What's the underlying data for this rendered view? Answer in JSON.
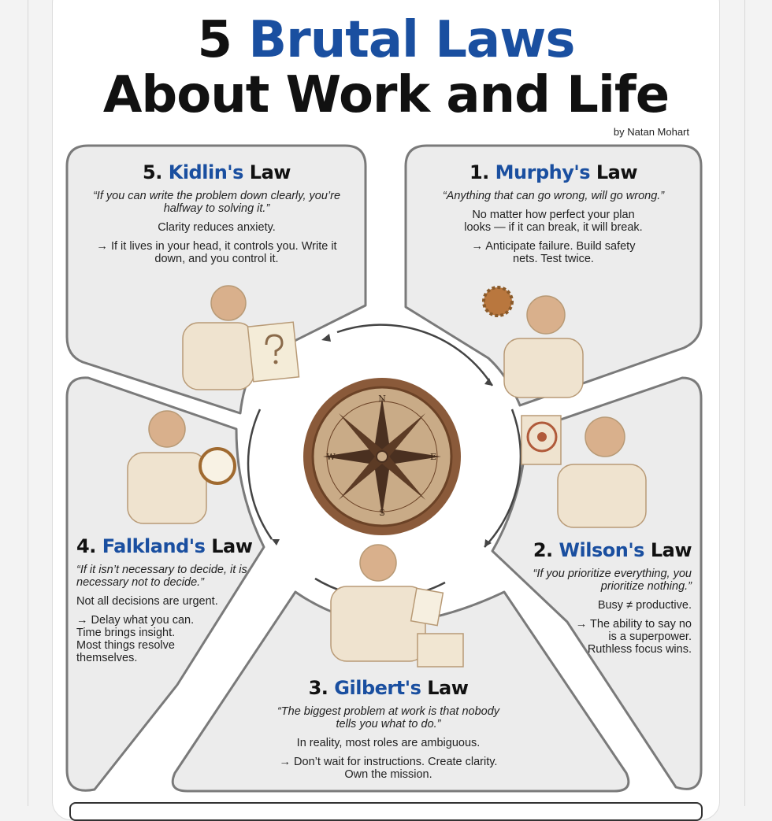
{
  "header": {
    "title_number": "5",
    "title_accent": "Brutal Laws",
    "title_line2": "About Work and Life",
    "byline": "by Natan Mohart"
  },
  "colors": {
    "accent": "#1a4fa0",
    "panel": "#ececec",
    "panel_border": "#7a7a7a",
    "compass": "#8a5a3a"
  },
  "compass": {
    "n": "N",
    "e": "E",
    "s": "S",
    "w": "W"
  },
  "laws": [
    {
      "num": "5.",
      "name": "Kidlin's",
      "suffix": "Law",
      "quote": "“If you can write the problem down clearly, you’re halfway to solving it.”",
      "line1": "Clarity reduces anxiety.",
      "line2": "→ If it lives in your head, it controls you. Write it down, and you control it."
    },
    {
      "num": "1.",
      "name": "Murphy's",
      "suffix": "Law",
      "quote": "“Anything that can go wrong, will go wrong.”",
      "line1": "No matter how perfect your plan looks — if it can break, it will break.",
      "line2": "→ Anticipate failure. Build safety nets. Test twice."
    },
    {
      "num": "4.",
      "name": "Falkland's",
      "suffix": "Law",
      "quote": "“If it isn’t necessary to decide, it is necessary not to decide.”",
      "line1": "Not all decisions are urgent.",
      "line2": "→ Delay what you can. Time brings insight. Most things resolve themselves."
    },
    {
      "num": "2.",
      "name": "Wilson's",
      "suffix": "Law",
      "quote": "“If you prioritize everything, you prioritize nothing.”",
      "line1": "Busy ≠ productive.",
      "line2": "→ The ability to say no is a superpower. Ruthless focus wins."
    },
    {
      "num": "3.",
      "name": "Gilbert's",
      "suffix": "Law",
      "quote": "“The biggest problem at work is that nobody tells you what to do.”",
      "line1": "In reality, most roles are ambiguous.",
      "line2": "→ Don’t wait for instructions. Create clarity. Own the mission."
    }
  ]
}
